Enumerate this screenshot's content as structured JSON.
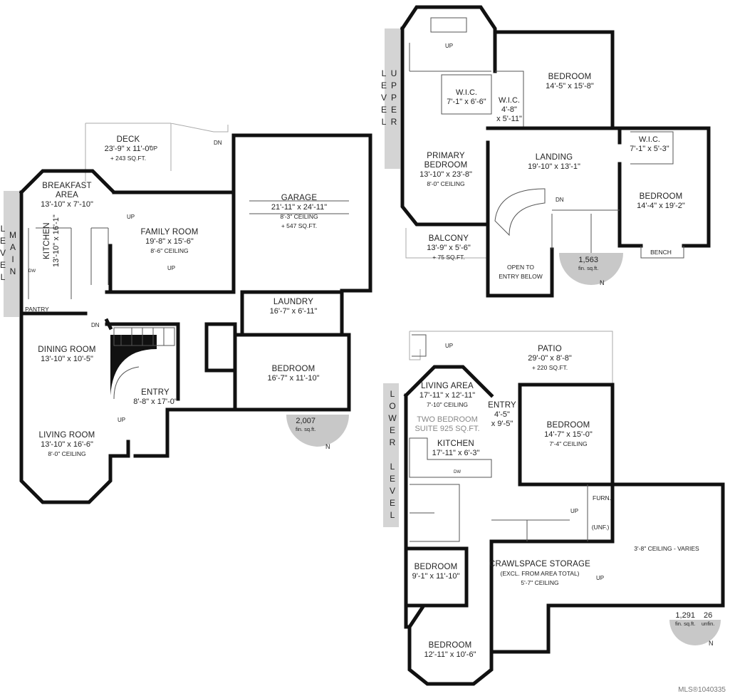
{
  "levels": {
    "main": {
      "label": "MAIN LEVEL",
      "area_value": "2,007",
      "area_unit": "fin. sq.ft.",
      "north": "N",
      "rooms": [
        {
          "id": "deck",
          "name": "DECK",
          "dims": "23'-9\" x 11'-0\"",
          "note": "+ 243 SQ.FT."
        },
        {
          "id": "breakfast",
          "name": "BREAKFAST\nAREA",
          "dims": "13'-10\" x 7'-10\"",
          "note": ""
        },
        {
          "id": "family",
          "name": "FAMILY ROOM",
          "dims": "19'-8\" x 15'-6\"",
          "note": "8'-6\" CEILING"
        },
        {
          "id": "garage",
          "name": "GARAGE",
          "dims": "21'-11\" x 24'-11\"",
          "note": "8'-3\" CEILING\n+ 547 SQ.FT."
        },
        {
          "id": "kitchen",
          "name": "KITCHEN",
          "dims": "13'-10\" x 16'-1\"",
          "note": ""
        },
        {
          "id": "pantry",
          "name": "PANTRY",
          "dims": "",
          "note": ""
        },
        {
          "id": "laundry",
          "name": "LAUNDRY",
          "dims": "16'-7\" x 6'-11\"",
          "note": ""
        },
        {
          "id": "dining",
          "name": "DINING ROOM",
          "dims": "13'-10\" x 10'-5\"",
          "note": ""
        },
        {
          "id": "entry",
          "name": "ENTRY",
          "dims": "8'-8\" x 17'-0\"",
          "note": ""
        },
        {
          "id": "bedroom",
          "name": "BEDROOM",
          "dims": "16'-7\" x 11'-10\"",
          "note": ""
        },
        {
          "id": "living",
          "name": "LIVING ROOM",
          "dims": "13'-10\" x 16'-6\"",
          "note": "8'-0\" CEILING"
        }
      ],
      "marks": {
        "up1": "UP",
        "up2": "UP",
        "up3": "UP",
        "up4": "UP",
        "dn1": "DN",
        "dn2": "DN",
        "dw": "DW"
      }
    },
    "upper": {
      "label": "UPPER LEVEL",
      "area_value": "1,563",
      "area_unit": "fin. sq.ft.",
      "north": "N",
      "rooms": [
        {
          "id": "wic1",
          "name": "W.I.C.",
          "dims": "7'-1\" x 6'-6\"",
          "note": ""
        },
        {
          "id": "wic2",
          "name": "W.I.C.",
          "dims": "4'-8\"\nx 5'-11\"",
          "note": ""
        },
        {
          "id": "bed1",
          "name": "BEDROOM",
          "dims": "14'-5\" x 15'-8\"",
          "note": ""
        },
        {
          "id": "primary",
          "name": "PRIMARY\nBEDROOM",
          "dims": "13'-10\" x 23'-8\"",
          "note": "8'-0\" CEILING"
        },
        {
          "id": "landing",
          "name": "LANDING",
          "dims": "19'-10\" x 13'-1\"",
          "note": ""
        },
        {
          "id": "wic3",
          "name": "W.I.C.",
          "dims": "7'-1\" x 5'-3\"",
          "note": ""
        },
        {
          "id": "bed2",
          "name": "BEDROOM",
          "dims": "14'-4\" x 19'-2\"",
          "note": ""
        },
        {
          "id": "balcony",
          "name": "BALCONY",
          "dims": "13'-9\" x 5'-6\"",
          "note": "+ 75 SQ.FT."
        },
        {
          "id": "open",
          "name": "OPEN TO\nENTRY BELOW",
          "dims": "",
          "note": ""
        },
        {
          "id": "bench",
          "name": "BENCH",
          "dims": "",
          "note": ""
        }
      ],
      "marks": {
        "up": "UP",
        "dn": "DN"
      }
    },
    "lower": {
      "label": "LOWER LEVEL",
      "area_value": "1,291",
      "area_unit": "fin. sq.ft.",
      "unfin_value": "26",
      "unfin_unit": "unfin.",
      "north": "N",
      "suite": "TWO BEDROOM\nSUITE 925 SQ.FT.",
      "rooms": [
        {
          "id": "patio",
          "name": "PATIO",
          "dims": "29'-0\" x 8'-8\"",
          "note": "+ 220 SQ.FT."
        },
        {
          "id": "livingarea",
          "name": "LIVING AREA",
          "dims": "17'-11\" x 12'-11\"",
          "note": "7'-10\" CEILING"
        },
        {
          "id": "entry",
          "name": "ENTRY",
          "dims": "4'-5\"\nx 9'-5\"",
          "note": ""
        },
        {
          "id": "bedA",
          "name": "BEDROOM",
          "dims": "14'-7\" x 15'-0\"",
          "note": "7'-4\" CEILING"
        },
        {
          "id": "kitchen",
          "name": "KITCHEN",
          "dims": "17'-11\" x 6'-3\"",
          "note": ""
        },
        {
          "id": "furn",
          "name": "FURN.",
          "dims": "",
          "note": ""
        },
        {
          "id": "unf",
          "name": "(UNF.)",
          "dims": "",
          "note": ""
        },
        {
          "id": "ceil",
          "name": "3'-8\" CEILING - VARIES",
          "dims": "",
          "note": ""
        },
        {
          "id": "bedB",
          "name": "BEDROOM",
          "dims": "9'-1\" x 11'-10\"",
          "note": ""
        },
        {
          "id": "crawl",
          "name": "CRAWLSPACE STORAGE",
          "dims": "(EXCL. FROM AREA TOTAL)",
          "note": "5'-7\" CEILING"
        },
        {
          "id": "bedC",
          "name": "BEDROOM",
          "dims": "12'-11\" x 10'-6\"",
          "note": ""
        }
      ],
      "marks": {
        "up1": "UP",
        "up2": "UP",
        "up3": "UP",
        "dw": "DW"
      }
    }
  },
  "watermark": "MLS®1040335"
}
